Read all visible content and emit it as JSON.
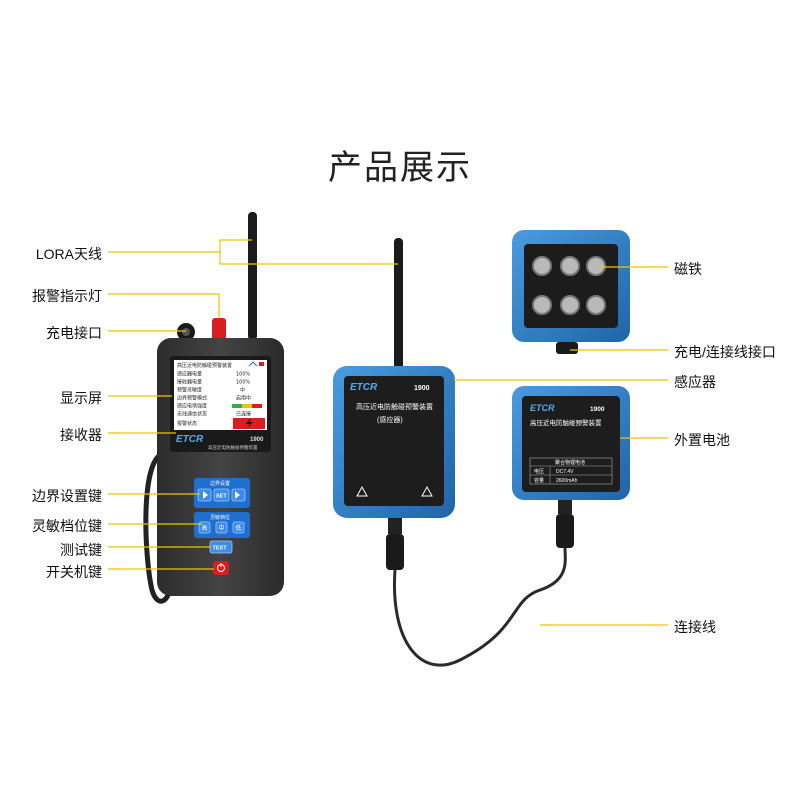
{
  "title": "产品展示",
  "colors": {
    "callout_line": "#f2c200",
    "device_blue": "#2f7fc8",
    "handheld_body": "#3a3a3a"
  },
  "left_labels": [
    "LORA天线",
    "报警指示灯",
    "充电接口",
    "显示屏",
    "接收器",
    "边界设置键",
    "灵敏档位键",
    "测试键",
    "开关机键"
  ],
  "right_labels": [
    "磁铁",
    "充电/连接线接口",
    "感应器",
    "外置电池",
    "连接线"
  ],
  "handheld": {
    "brand": "ETCR",
    "model": "1900",
    "name": "高压近电防触碰预警装置",
    "screen_rows": [
      {
        "label": "高压近电防触碰预警装置",
        "value": ""
      },
      {
        "label": "感应器电量",
        "value": "100%"
      },
      {
        "label": "接收器电量",
        "value": "100%"
      },
      {
        "label": "预警灵敏度",
        "value": "中"
      },
      {
        "label": "边界预警模式",
        "value": "启用中"
      },
      {
        "label": "感应电场强度",
        "value": ""
      },
      {
        "label": "无线通信状态",
        "value": "已连接"
      },
      {
        "label": "报警状态",
        "value": ""
      }
    ],
    "boundary_panel": "边界设置",
    "sensitivity_panel": "灵敏档位",
    "set_key": "SET",
    "high_key": "高",
    "mid_key": "中",
    "low_key": "低",
    "test_key": "TEST"
  },
  "sensor": {
    "brand": "ETCR",
    "model": "1900",
    "name": "高压近电防触碰预警装置",
    "tag": "(感应器)"
  },
  "battery": {
    "brand": "ETCR",
    "model": "1900",
    "name": "高压近电防触碰预警装置",
    "table_title": "聚合物锂电池",
    "rows": [
      {
        "k": "电压",
        "v": "DC7.4V"
      },
      {
        "k": "容量",
        "v": "2600mAh"
      }
    ]
  }
}
